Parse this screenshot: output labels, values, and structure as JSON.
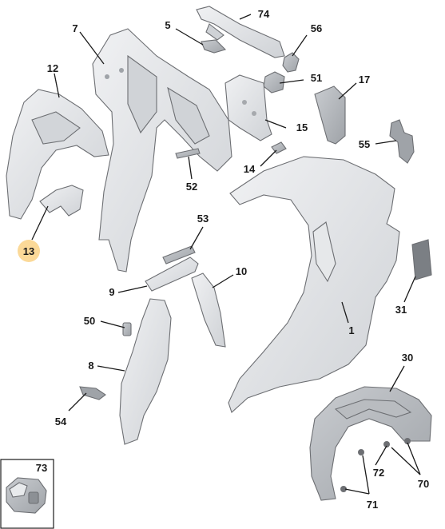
{
  "diagram": {
    "highlighted_callout": "13",
    "callouts": {
      "c1": "1",
      "c5": "5",
      "c7": "7",
      "c8": "8",
      "c9": "9",
      "c10": "10",
      "c12": "12",
      "c13": "13",
      "c14": "14",
      "c15": "15",
      "c17": "17",
      "c30": "30",
      "c31": "31",
      "c50": "50",
      "c51": "51",
      "c52": "52",
      "c53": "53",
      "c54": "54",
      "c55": "55",
      "c56": "56",
      "c70": "70",
      "c71": "71",
      "c72": "72",
      "c73": "73",
      "c74": "74"
    },
    "colors": {
      "part_fill": "#dcdee1",
      "part_fill_light": "#eceef0",
      "part_stroke": "#6d6f73",
      "callout_highlight": "#fbd998",
      "leader_line": "#1a1a1a"
    }
  }
}
